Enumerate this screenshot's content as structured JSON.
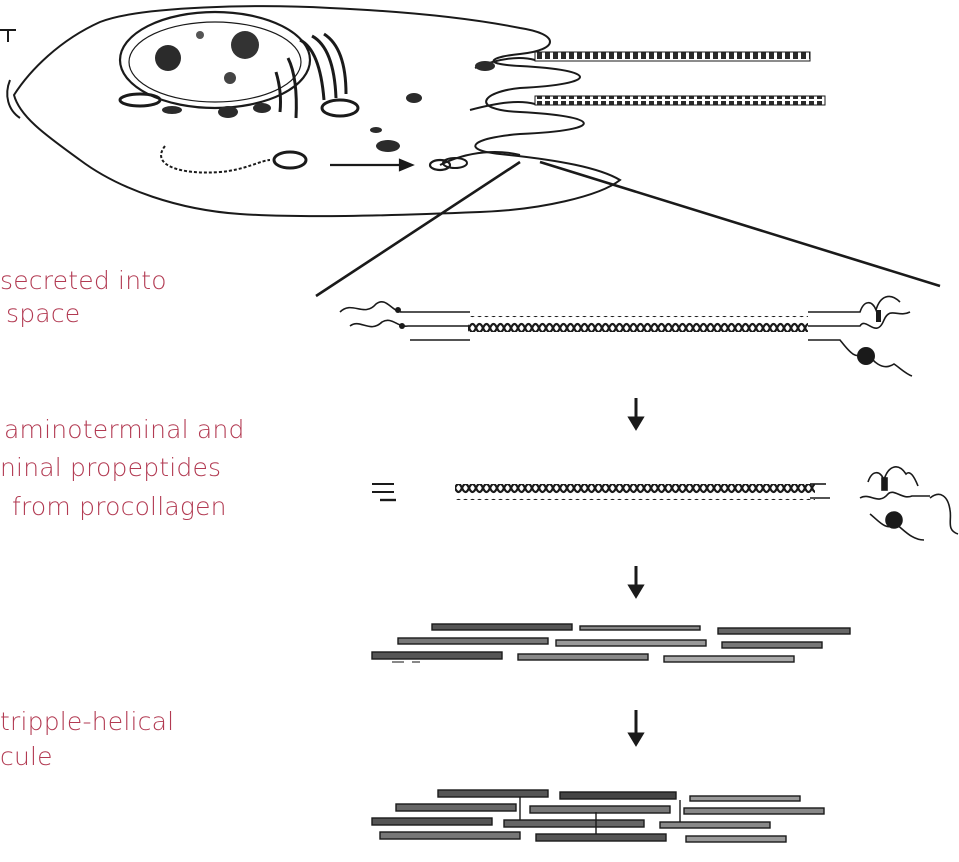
{
  "annotations": {
    "secreted_line1": "secreted into",
    "secreted_line2": "space",
    "cleave_line1": "aminoterminal and",
    "cleave_line2": "ninal propeptides",
    "cleave_line3": "from procollagen",
    "helix_line1": "tripple-helical",
    "helix_line2": "cule"
  },
  "colors": {
    "text": "#b23a52",
    "ink": "#1a1a1a"
  }
}
